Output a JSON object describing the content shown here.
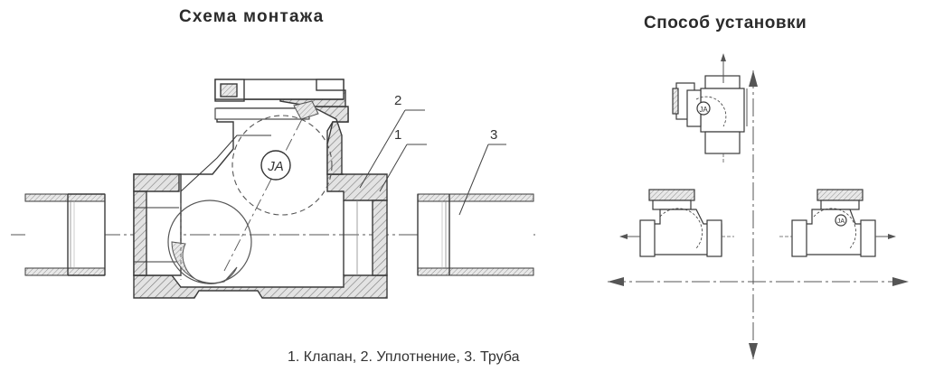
{
  "diagram": {
    "title_left": "Схема монтажа",
    "title_right": "Способ установки",
    "callouts": [
      "2",
      "1",
      "3"
    ],
    "logo_text": "JA",
    "caption": "1. Клапан, 2. Уплотнение, 3. Труба"
  },
  "colors": {
    "line": "#3a3a3a",
    "hatch": "#8a8a8a",
    "wall_fill": "#cfcfcf"
  }
}
